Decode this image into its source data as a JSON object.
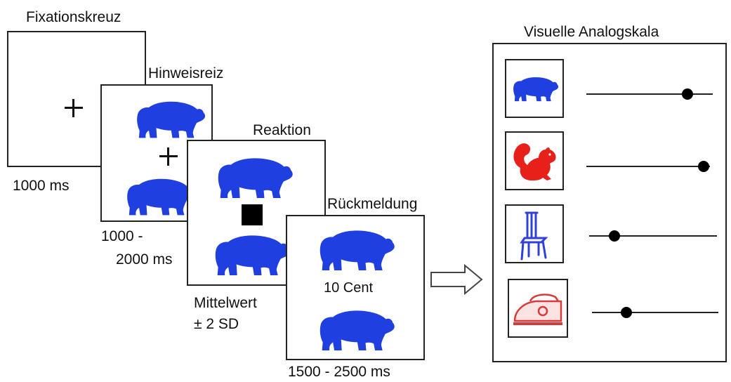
{
  "steps": {
    "fixation": {
      "title": "Fixationskreuz",
      "duration": "1000 ms"
    },
    "cue": {
      "title": "Hinweisreiz",
      "duration_line1": "1000 -",
      "duration_line2": "2000 ms"
    },
    "reaction": {
      "title": "Reaktion",
      "note_line1": "Mittelwert",
      "note_line2": "± 2 SD"
    },
    "feedback": {
      "title": "Rückmeldung",
      "reward": "10 Cent",
      "duration": "1500 - 2500 ms"
    }
  },
  "vas": {
    "title": "Visuelle Analogskala",
    "items": [
      {
        "icon": "bear-icon",
        "color": "#1f3fe0",
        "rating": 0.8
      },
      {
        "icon": "squirrel-icon",
        "color": "#e8201a",
        "rating": 0.95
      },
      {
        "icon": "chair-icon",
        "color": "#3040d8",
        "rating": 0.2
      },
      {
        "icon": "iron-icon",
        "color": "#d83a3a",
        "rating": 0.27
      }
    ]
  },
  "colors": {
    "bear": "#1f3fe0",
    "frame": "#222222"
  }
}
